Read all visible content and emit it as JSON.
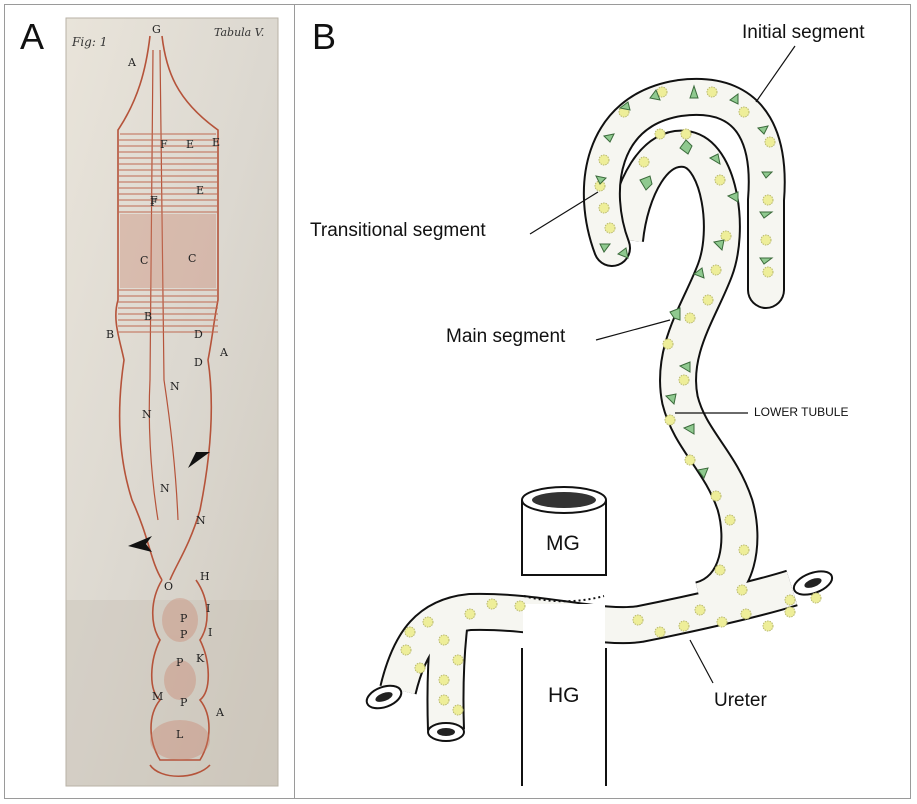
{
  "panel_a": {
    "letter": "A",
    "corner_left": "Fig: 1",
    "corner_right": "Tabula V.",
    "letters": [
      "G",
      "A",
      "F",
      "E",
      "E",
      "F",
      "E",
      "F",
      "C",
      "C",
      "B",
      "B",
      "D",
      "D",
      "A",
      "N",
      "N",
      "N",
      "N",
      "O",
      "H",
      "I",
      "I",
      "P",
      "P",
      "K",
      "P",
      "M",
      "P",
      "A",
      "L"
    ]
  },
  "panel_b": {
    "letter": "B",
    "labels": {
      "initial_segment": "Initial segment",
      "transitional_segment": "Transitional segment",
      "main_segment": "Main segment",
      "lower_tubule": "LOWER TUBULE",
      "mg": "MG",
      "hg": "HG",
      "ureter": "Ureter"
    }
  },
  "colors": {
    "sepia_ink": "#b5533a",
    "paper": "#e6e0d6",
    "yellow_dot": "#eeee99",
    "green_cell": "#8fc98f",
    "tubule_fill": "#f6f6f1"
  }
}
